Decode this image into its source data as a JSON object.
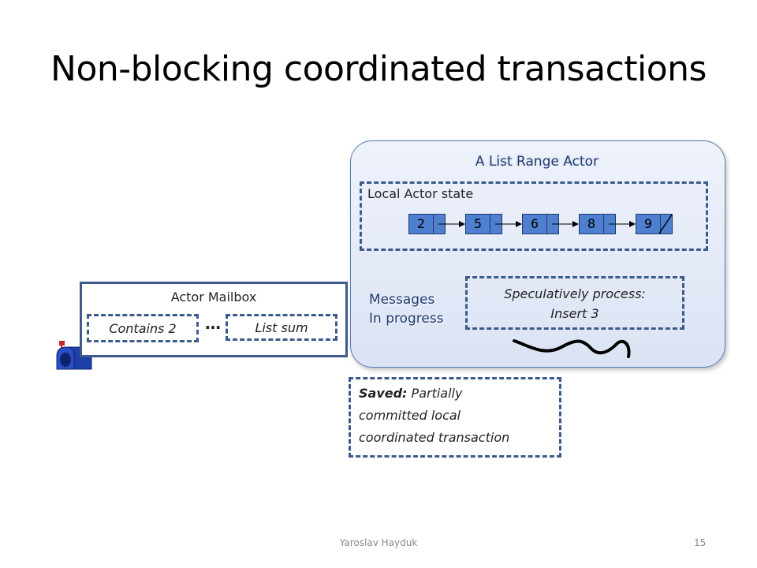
{
  "slide": {
    "title": "Non-blocking coordinated transactions",
    "footer_author": "Yaroslav Hayduk",
    "page_number": "15"
  },
  "actor": {
    "title": "A List Range Actor",
    "state_label": "Local Actor state",
    "list_values": [
      "2",
      "5",
      "6",
      "8",
      "9"
    ],
    "messages_label_line1": "Messages",
    "messages_label_line2": "In progress",
    "speculative_line1": "Speculatively process:",
    "speculative_line2": "Insert 3"
  },
  "mailbox": {
    "title": "Actor Mailbox",
    "message_1": "Contains 2",
    "ellipsis": "…",
    "message_2": "List sum",
    "icon": "mailbox-icon"
  },
  "saved": {
    "prefix": "Saved:",
    "line1_rest": " Partially",
    "line2": "committed local",
    "line3": "coordinated transaction"
  },
  "colors": {
    "node_fill": "#4f7fcf",
    "border": "#3c5a8a",
    "actor_title": "#1f3a6e"
  }
}
